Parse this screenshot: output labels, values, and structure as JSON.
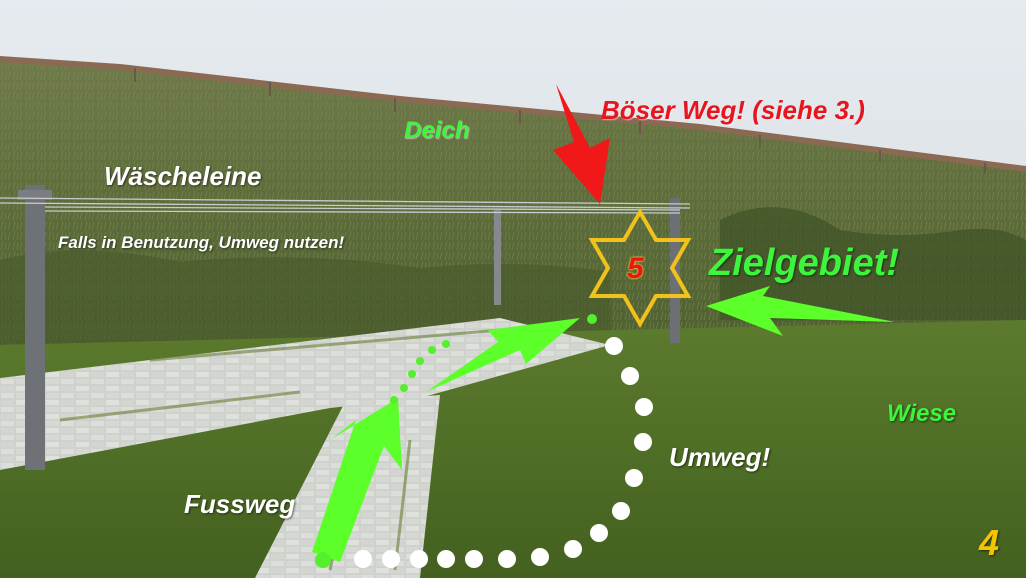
{
  "labels": {
    "deich": "Deich",
    "boeser_weg": "Böser Weg! (siehe 3.)",
    "waescheleine": "Wäscheleine",
    "falls": "Falls in Benutzung, Umweg nutzen!",
    "zielgebiet": "Zielgebiet!",
    "wiese": "Wiese",
    "umweg": "Umweg!",
    "fussweg": "Fussweg",
    "star_number": "5",
    "page_number": "4"
  },
  "colors": {
    "green_label": "#3cf53c",
    "red_label": "#e8141e",
    "white_label": "#ffffff",
    "gold_number": "#f5c400",
    "star_outline": "#f2c21c",
    "arrow_green": "#5cff2a",
    "arrow_red": "#f01818",
    "dot_white": "#ffffff",
    "dot_green": "#54f02c"
  },
  "icons": [
    "green-arrow-icon",
    "red-arrow-icon",
    "star-icon"
  ]
}
